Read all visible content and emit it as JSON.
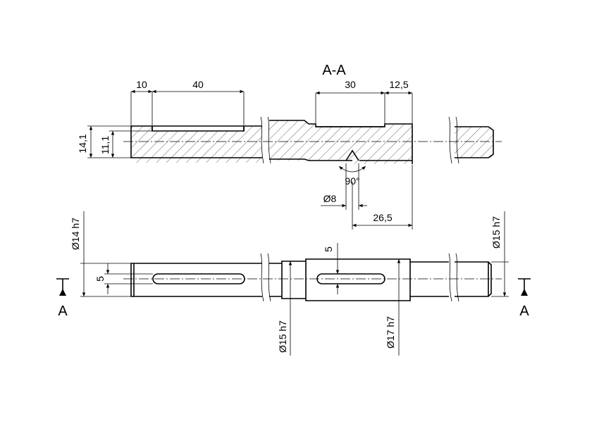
{
  "section": {
    "title": "A-A",
    "marker_letter": "A",
    "dims": {
      "d10": "10",
      "d40": "40",
      "d30": "30",
      "d12_5": "12,5",
      "d14_1": "14,1",
      "d11_1": "11,1",
      "angle": "90°",
      "d8": "Ø8",
      "d26_5": "26,5"
    }
  },
  "view": {
    "dims": {
      "dia14": "Ø14 h7",
      "key5_left": "5",
      "key5_mid": "5",
      "dia15_left": "Ø15 h7",
      "dia17": "Ø17 h7",
      "dia15_right": "Ø15 h7"
    }
  }
}
